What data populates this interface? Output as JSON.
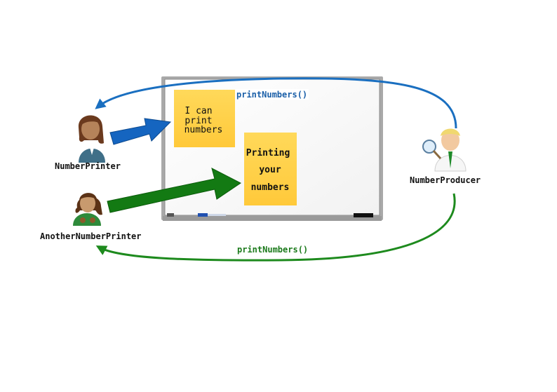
{
  "nodes": {
    "number_printer": {
      "label": "NumberPrinter"
    },
    "another_number_printer": {
      "label": "AnotherNumberPrinter"
    },
    "number_producer": {
      "label": "NumberProducer"
    }
  },
  "notes": {
    "note1": {
      "lines": [
        "I can",
        "print",
        "numbers"
      ]
    },
    "note2": {
      "lines": [
        "Printing",
        "your",
        "numbers"
      ]
    }
  },
  "calls": {
    "top": {
      "label": "printNumbers()",
      "color": "#1a6fc0"
    },
    "bottom": {
      "label": "printNumbers()",
      "color": "#1d8a1d"
    }
  },
  "colors": {
    "blue_arrow": "#1565c0",
    "green_arrow": "#137a13",
    "sticky_note": "#ffd24a",
    "board_frame": "#a9a9a9"
  }
}
